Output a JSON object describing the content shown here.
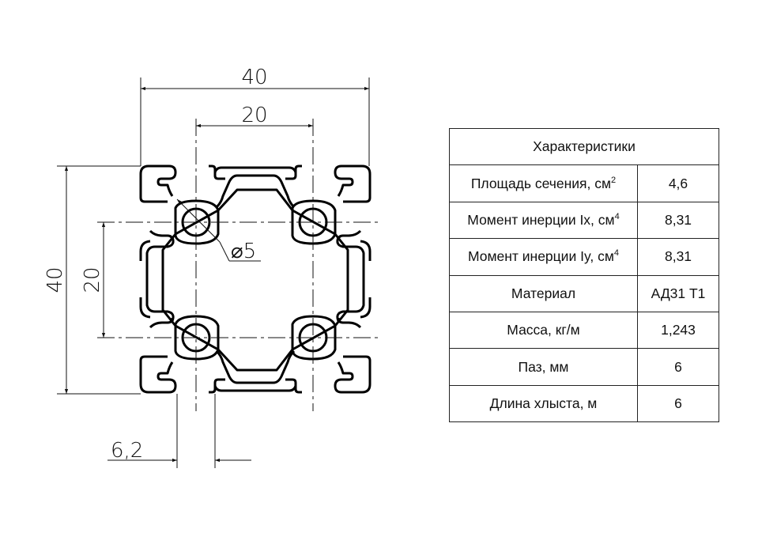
{
  "drawing": {
    "dim_width": "40",
    "dim_center_spacing_horizontal": "20",
    "dim_height": "40",
    "dim_center_spacing_vertical": "20",
    "dim_hole_diameter": "⌀5",
    "dim_slot_width": "6,2"
  },
  "table": {
    "title": "Характеристики",
    "rows": [
      {
        "label": "Площадь сечения, см",
        "sup": "2",
        "value": "4,6"
      },
      {
        "label": "Момент инерции Ix, см",
        "sup": "4",
        "value": "8,31"
      },
      {
        "label": "Момент инерции Iy, см",
        "sup": "4",
        "value": "8,31"
      },
      {
        "label": "Материал",
        "sup": "",
        "value": "АД31 Т1"
      },
      {
        "label": "Масса, кг/м",
        "sup": "",
        "value": "1,243"
      },
      {
        "label": "Паз, мм",
        "sup": "",
        "value": "6"
      },
      {
        "label": "Длина хлыста, м",
        "sup": "",
        "value": "6"
      }
    ]
  }
}
